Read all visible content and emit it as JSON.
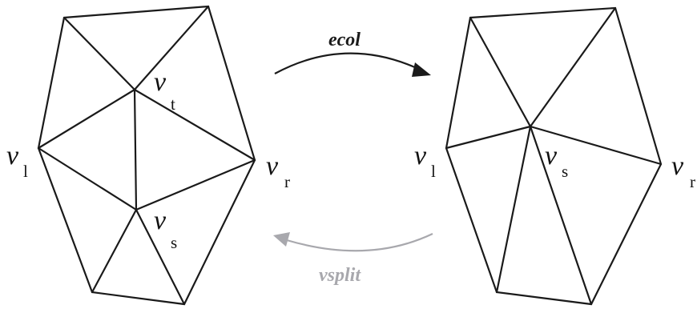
{
  "before_mesh": {
    "vertices": {
      "v_t": {
        "main": "v",
        "sub": "t"
      },
      "v_s": {
        "main": "v",
        "sub": "s"
      },
      "v_l": {
        "main": "v",
        "sub": "l"
      },
      "v_r": {
        "main": "v",
        "sub": "r"
      }
    }
  },
  "after_mesh": {
    "vertices": {
      "v_l": {
        "main": "v",
        "sub": "l"
      },
      "v_s": {
        "main": "v",
        "sub": "s"
      },
      "v_r": {
        "main": "v",
        "sub": "r"
      }
    }
  },
  "operations": {
    "forward": {
      "label": "ecol",
      "color": "#1a1a1a"
    },
    "backward": {
      "label": "vsplit",
      "color": "#a8a8ad"
    }
  }
}
